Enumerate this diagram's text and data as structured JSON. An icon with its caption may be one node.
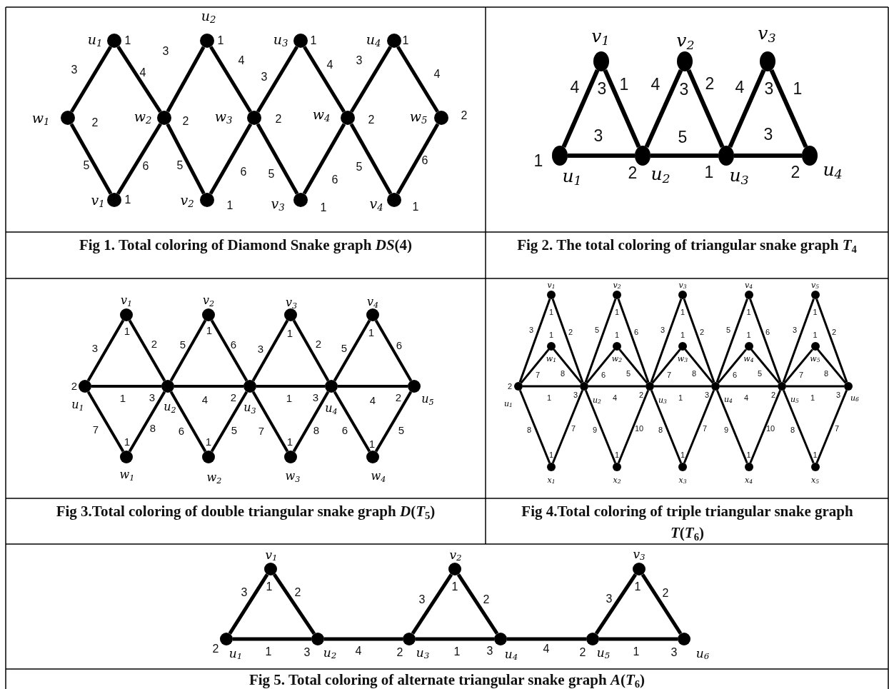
{
  "diagram": {
    "nodes": [
      {
        "text": [
          "u$_{1}$"
        ],
        "beside": [
          "1"
        ]
      },
      {
        "text": [
          "u$_{2}$"
        ],
        "beside": [
          "1"
        ]
      },
      {
        "text": [
          "u$_{3}$"
        ],
        "beside": [
          "1"
        ]
      },
      {
        "text": [
          "u$_{4}$"
        ],
        "beside": [
          "1"
        ]
      },
      {
        "text": [
          "w$_{1}$"
        ],
        "beside": [
          "2"
        ]
      },
      {
        "text": [
          "w$_{2}$"
        ],
        "beside": [
          "2"
        ]
      },
      {
        "text": [
          "w$_{3}$"
        ],
        "beside": [
          "2"
        ]
      },
      {
        "text": [
          "w$_{4}$"
        ],
        "beside": [
          "2"
        ]
      },
      {
        "text": [
          "w$_{5}$"
        ],
        "beside": [
          "2"
        ]
      },
      {
        "text": [
          "v$_{1}$"
        ],
        "beside": [
          "1"
        ]
      },
      {
        "text": [
          "v$_{2}$"
        ],
        "beside": [
          "1"
        ]
      },
      {
        "text": [
          "v$_{3}$"
        ],
        "beside": [
          "1"
        ]
      },
      {
        "text": [
          "v$_{4}$"
        ],
        "beside": [
          "1"
        ]
      },
      {
        "text": [
          "v$_{1}$"
        ],
        "beside": [
          "3"
        ]
      },
      {
        "text": [
          "v$_{2}$"
        ],
        "beside": [
          "3"
        ]
      },
      {
        "text": [
          "v$_{3}$"
        ],
        "beside": [
          "3"
        ]
      },
      {
        "text": [
          "u$_{1}$"
        ],
        "beside": [
          "1"
        ]
      },
      {
        "text": [
          "u$_{2}$"
        ],
        "beside": [
          "2"
        ]
      },
      {
        "text": [
          "u$_{3}$"
        ],
        "beside": [
          "1"
        ]
      },
      {
        "text": [
          "u$_{4}$"
        ],
        "beside": [
          "2"
        ]
      },
      {
        "text": [
          "v$_{1}$"
        ],
        "beside": [
          "1"
        ]
      },
      {
        "text": [
          "v$_{2}$"
        ],
        "beside": [
          "1"
        ]
      },
      {
        "text": [
          "v$_{3}$"
        ],
        "beside": [
          "1"
        ]
      },
      {
        "text": [
          "v$_{4}$"
        ],
        "beside": [
          "1"
        ]
      },
      {
        "text": [
          "u$_{1}$"
        ],
        "beside": [
          "2"
        ]
      },
      {
        "text": [
          "u$_{2}$"
        ],
        "beside": [
          "3"
        ]
      },
      {
        "text": [
          "u$_{3}$"
        ],
        "beside": [
          "2"
        ]
      },
      {
        "text": [
          "u$_{4}$"
        ],
        "beside": [
          "3"
        ]
      },
      {
        "text": [
          "u$_{5}$"
        ],
        "beside": [
          "2"
        ]
      },
      {
        "text": [
          "w$_{1}$"
        ],
        "beside": [
          "1"
        ]
      },
      {
        "text": [
          "w$_{2}$"
        ],
        "beside": [
          "1"
        ]
      },
      {
        "text": [
          "w$_{3}$"
        ],
        "beside": [
          "1"
        ]
      },
      {
        "text": [
          "w$_{4}$"
        ],
        "beside": [
          "1"
        ]
      },
      {
        "text": [
          "v$_{1}$"
        ],
        "beside": [
          "1"
        ]
      },
      {
        "text": [
          "v$_{2}$"
        ],
        "beside": [
          "1"
        ]
      },
      {
        "text": [
          "v$_{3}$"
        ],
        "beside": [
          "1"
        ]
      },
      {
        "text": [
          "v$_{4}$"
        ],
        "beside": [
          "1"
        ]
      },
      {
        "text": [
          "v$_{5}$"
        ],
        "beside": [
          "1"
        ]
      },
      {
        "text": [
          "w$_{1}$"
        ],
        "beside": [
          "1"
        ]
      },
      {
        "text": [
          "w$_{2}$"
        ],
        "beside": [
          "1"
        ]
      },
      {
        "text": [
          "w$_{3}$"
        ],
        "beside": [
          "1"
        ]
      },
      {
        "text": [
          "w$_{4}$"
        ],
        "beside": [
          "1"
        ]
      },
      {
        "text": [
          "w$_{5}$"
        ],
        "beside": [
          "1"
        ]
      },
      {
        "text": [
          "u$_{1}$"
        ],
        "beside": [
          "2"
        ]
      },
      {
        "text": [
          "u$_{2}$"
        ],
        "beside": [
          "3"
        ]
      },
      {
        "text": [
          "u$_{3}$"
        ],
        "beside": [
          "2"
        ]
      },
      {
        "text": [
          "u$_{4}$"
        ],
        "beside": [
          "3"
        ]
      },
      {
        "text": [
          "u$_{5}$"
        ],
        "beside": [
          "2"
        ]
      },
      {
        "text": [
          "u$_{6}$"
        ],
        "beside": [
          "3"
        ]
      },
      {
        "text": [
          "x$_{1}$"
        ],
        "beside": [
          "1"
        ]
      },
      {
        "text": [
          "x$_{2}$"
        ],
        "beside": [
          "1"
        ]
      },
      {
        "text": [
          "x$_{3}$"
        ],
        "beside": [
          "1"
        ]
      },
      {
        "text": [
          "x$_{4}$"
        ],
        "beside": [
          "1"
        ]
      },
      {
        "text": [
          "x$_{5}$"
        ],
        "beside": [
          "1"
        ]
      },
      {
        "text": [
          "v$_{1}$"
        ],
        "beside": [
          "1"
        ]
      },
      {
        "text": [
          "v$_{2}$"
        ],
        "beside": [
          "1"
        ]
      },
      {
        "text": [
          "v$_{3}$"
        ],
        "beside": [
          "1"
        ]
      },
      {
        "text": [
          "u$_{1}$"
        ],
        "beside": [
          "2"
        ]
      },
      {
        "text": [
          "u$_{2}$"
        ],
        "beside": [
          "3"
        ]
      },
      {
        "text": [
          "u$_{3}$"
        ],
        "beside": [
          "2"
        ]
      },
      {
        "text": [
          "u$_{4}$"
        ],
        "beside": [
          "3"
        ]
      },
      {
        "text": [
          "u$_{5}$"
        ],
        "beside": [
          "2"
        ]
      },
      {
        "text": [
          "u$_{6}$"
        ],
        "beside": [
          "3"
        ]
      }
    ],
    "edges": [
      {
        "from": 4,
        "to": 0,
        "arrow": "none",
        "label": "3"
      },
      {
        "from": 0,
        "to": 5,
        "arrow": "none",
        "label": "4"
      },
      {
        "from": 5,
        "to": 1,
        "arrow": "none",
        "label": "3"
      },
      {
        "from": 1,
        "to": 6,
        "arrow": "none",
        "label": "4"
      },
      {
        "from": 6,
        "to": 2,
        "arrow": "none",
        "label": "3"
      },
      {
        "from": 2,
        "to": 7,
        "arrow": "none",
        "label": "4"
      },
      {
        "from": 7,
        "to": 3,
        "arrow": "none",
        "label": "3"
      },
      {
        "from": 3,
        "to": 8,
        "arrow": "none",
        "label": "4"
      },
      {
        "from": 4,
        "to": 9,
        "arrow": "none",
        "label": "5"
      },
      {
        "from": 9,
        "to": 5,
        "arrow": "none",
        "label": "6"
      },
      {
        "from": 5,
        "to": 10,
        "arrow": "none",
        "label": "5"
      },
      {
        "from": 10,
        "to": 6,
        "arrow": "none",
        "label": "6"
      },
      {
        "from": 6,
        "to": 11,
        "arrow": "none",
        "label": "5"
      },
      {
        "from": 11,
        "to": 7,
        "arrow": "none",
        "label": "6"
      },
      {
        "from": 7,
        "to": 12,
        "arrow": "none",
        "label": "5"
      },
      {
        "from": 12,
        "to": 8,
        "arrow": "none",
        "label": "6"
      },
      {
        "from": 16,
        "to": 13,
        "arrow": "none",
        "label": "4"
      },
      {
        "from": 13,
        "to": 17,
        "arrow": "none",
        "label": "1"
      },
      {
        "from": 17,
        "to": 14,
        "arrow": "none",
        "label": "4"
      },
      {
        "from": 14,
        "to": 18,
        "arrow": "none",
        "label": "2"
      },
      {
        "from": 18,
        "to": 15,
        "arrow": "none",
        "label": "4"
      },
      {
        "from": 15,
        "to": 19,
        "arrow": "none",
        "label": "1"
      },
      {
        "from": 16,
        "to": 17,
        "arrow": "none",
        "label": "3"
      },
      {
        "from": 17,
        "to": 18,
        "arrow": "none",
        "label": "5"
      },
      {
        "from": 18,
        "to": 19,
        "arrow": "none",
        "label": "3"
      },
      {
        "from": 24,
        "to": 20,
        "arrow": "none",
        "label": "3"
      },
      {
        "from": 20,
        "to": 25,
        "arrow": "none",
        "label": "2"
      },
      {
        "from": 25,
        "to": 21,
        "arrow": "none",
        "label": "5"
      },
      {
        "from": 21,
        "to": 26,
        "arrow": "none",
        "label": "6"
      },
      {
        "from": 26,
        "to": 22,
        "arrow": "none",
        "label": "3"
      },
      {
        "from": 22,
        "to": 27,
        "arrow": "none",
        "label": "2"
      },
      {
        "from": 27,
        "to": 23,
        "arrow": "none",
        "label": "5"
      },
      {
        "from": 23,
        "to": 28,
        "arrow": "none",
        "label": "6"
      },
      {
        "from": 24,
        "to": 25,
        "arrow": "none",
        "label": "1"
      },
      {
        "from": 25,
        "to": 26,
        "arrow": "none",
        "label": "4"
      },
      {
        "from": 26,
        "to": 27,
        "arrow": "none",
        "label": "1"
      },
      {
        "from": 27,
        "to": 28,
        "arrow": "none",
        "label": "4"
      },
      {
        "from": 24,
        "to": 29,
        "arrow": "none",
        "label": "7"
      },
      {
        "from": 29,
        "to": 25,
        "arrow": "none",
        "label": "8"
      },
      {
        "from": 25,
        "to": 30,
        "arrow": "none",
        "label": "6"
      },
      {
        "from": 30,
        "to": 26,
        "arrow": "none",
        "label": "5"
      },
      {
        "from": 26,
        "to": 31,
        "arrow": "none",
        "label": "7"
      },
      {
        "from": 31,
        "to": 27,
        "arrow": "none",
        "label": "8"
      },
      {
        "from": 27,
        "to": 32,
        "arrow": "none",
        "label": "6"
      },
      {
        "from": 32,
        "to": 28,
        "arrow": "none",
        "label": "5"
      },
      {
        "from": 43,
        "to": 33,
        "arrow": "none",
        "label": "3"
      },
      {
        "from": 33,
        "to": 44,
        "arrow": "none",
        "label": "2"
      },
      {
        "from": 43,
        "to": 38,
        "arrow": "none",
        "label": "7"
      },
      {
        "from": 38,
        "to": 44,
        "arrow": "none",
        "label": "8"
      },
      {
        "from": 43,
        "to": 44,
        "arrow": "none",
        "label": "1"
      },
      {
        "from": 43,
        "to": 49,
        "arrow": "none",
        "label": "8"
      },
      {
        "from": 49,
        "to": 44,
        "arrow": "none",
        "label": "7"
      },
      {
        "from": 44,
        "to": 34,
        "arrow": "none",
        "label": "5"
      },
      {
        "from": 34,
        "to": 45,
        "arrow": "none",
        "label": "6"
      },
      {
        "from": 44,
        "to": 39,
        "arrow": "none",
        "label": "6"
      },
      {
        "from": 39,
        "to": 45,
        "arrow": "none",
        "label": "5"
      },
      {
        "from": 44,
        "to": 45,
        "arrow": "none",
        "label": "4"
      },
      {
        "from": 44,
        "to": 50,
        "arrow": "none",
        "label": "9"
      },
      {
        "from": 50,
        "to": 45,
        "arrow": "none",
        "label": "10"
      },
      {
        "from": 45,
        "to": 35,
        "arrow": "none",
        "label": "3"
      },
      {
        "from": 35,
        "to": 46,
        "arrow": "none",
        "label": "2"
      },
      {
        "from": 45,
        "to": 40,
        "arrow": "none",
        "label": "7"
      },
      {
        "from": 40,
        "to": 46,
        "arrow": "none",
        "label": "8"
      },
      {
        "from": 45,
        "to": 46,
        "arrow": "none",
        "label": "1"
      },
      {
        "from": 45,
        "to": 51,
        "arrow": "none",
        "label": "8"
      },
      {
        "from": 51,
        "to": 46,
        "arrow": "none",
        "label": "7"
      },
      {
        "from": 46,
        "to": 36,
        "arrow": "none",
        "label": "5"
      },
      {
        "from": 36,
        "to": 47,
        "arrow": "none",
        "label": "6"
      },
      {
        "from": 46,
        "to": 41,
        "arrow": "none",
        "label": "6"
      },
      {
        "from": 41,
        "to": 47,
        "arrow": "none",
        "label": "5"
      },
      {
        "from": 46,
        "to": 47,
        "arrow": "none",
        "label": "4"
      },
      {
        "from": 46,
        "to": 52,
        "arrow": "none",
        "label": "9"
      },
      {
        "from": 52,
        "to": 47,
        "arrow": "none",
        "label": "10"
      },
      {
        "from": 47,
        "to": 37,
        "arrow": "none",
        "label": "3"
      },
      {
        "from": 37,
        "to": 48,
        "arrow": "none",
        "label": "2"
      },
      {
        "from": 47,
        "to": 42,
        "arrow": "none",
        "label": "7"
      },
      {
        "from": 42,
        "to": 48,
        "arrow": "none",
        "label": "8"
      },
      {
        "from": 47,
        "to": 48,
        "arrow": "none",
        "label": "1"
      },
      {
        "from": 47,
        "to": 53,
        "arrow": "none",
        "label": "8"
      },
      {
        "from": 53,
        "to": 48,
        "arrow": "none",
        "label": "7"
      },
      {
        "from": 57,
        "to": 54,
        "arrow": "none",
        "label": "3"
      },
      {
        "from": 54,
        "to": 58,
        "arrow": "none",
        "label": "2"
      },
      {
        "from": 57,
        "to": 58,
        "arrow": "none",
        "label": "1"
      },
      {
        "from": 58,
        "to": 59,
        "arrow": "none",
        "label": "4"
      },
      {
        "from": 59,
        "to": 55,
        "arrow": "none",
        "label": "3"
      },
      {
        "from": 55,
        "to": 60,
        "arrow": "none",
        "label": "2"
      },
      {
        "from": 59,
        "to": 60,
        "arrow": "none",
        "label": "1"
      },
      {
        "from": 60,
        "to": 61,
        "arrow": "none",
        "label": "4"
      },
      {
        "from": 61,
        "to": 56,
        "arrow": "none",
        "label": "3"
      },
      {
        "from": 56,
        "to": 62,
        "arrow": "none",
        "label": "2"
      },
      {
        "from": 61,
        "to": 62,
        "arrow": "none",
        "label": "1"
      }
    ],
    "labels": [
      "Fig 1.  Total coloring of Diamond Snake graph *DS*(4)",
      "Fig 2. The total coloring of triangular snake graph *T*$_{4}$",
      "Fig 3.Total coloring of double triangular snake graph *D*(*T*$_{5}$)",
      "Fig 4.Total coloring of triple triangular snake graph *T*(*T*$_{6}$)",
      "Fig 5. Total coloring of alternate triangular snake graph *A*(*T*$_{6}$)"
    ]
  }
}
